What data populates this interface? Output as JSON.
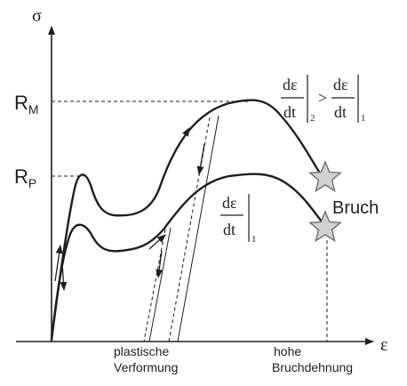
{
  "axes": {
    "y_symbol": "σ",
    "x_symbol": "ε"
  },
  "levels": {
    "rm_base": "R",
    "rm_sub": "M",
    "rp_base": "R",
    "rp_sub": "P"
  },
  "labels": {
    "bruch": "Bruch",
    "plastic_line1": "plastische",
    "plastic_line2": "Verformung",
    "elong_line1": "hohe",
    "elong_line2": "Bruchdehnung"
  },
  "rates": {
    "numerator": "dε",
    "denominator": "dt",
    "sub_1": "1",
    "sub_2": "2",
    "gt": ">"
  },
  "colors": {
    "line": "#1f1f1f",
    "star_fill": "#d0d0d0",
    "star_stroke": "#6e6e6e"
  }
}
